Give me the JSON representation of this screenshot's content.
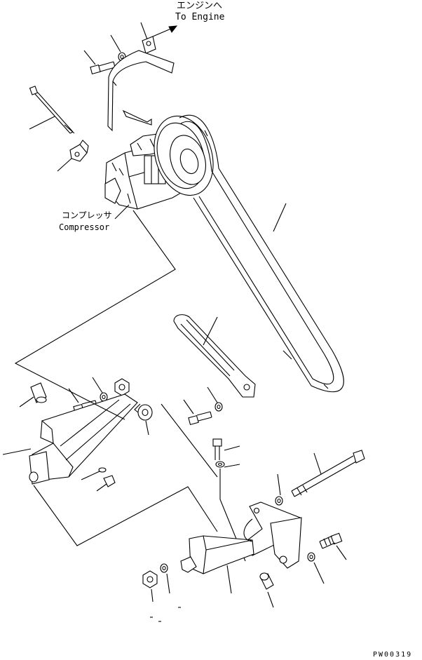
{
  "labels": {
    "engine_jp": "エンジンへ",
    "engine_en": "To Engine",
    "compressor_jp": "コンプレッサ",
    "compressor_en": "Compressor",
    "drawing_code": "PW00319"
  },
  "parts": [
    "top-bolt",
    "top-washer",
    "top-clamp",
    "hose-bracket",
    "long-bolt",
    "small-bracket",
    "compressor",
    "pulley",
    "v-belt",
    "adjust-bar",
    "adjust-bolt",
    "adjust-washer",
    "spacer-collar",
    "bracket-bolt",
    "bracket-washer",
    "bracket-nut",
    "mount-bracket",
    "spacer-ring",
    "pivot-bolt",
    "pivot-washer",
    "long-through-bolt",
    "base-washer",
    "bolt-right",
    "washer-right",
    "base-bracket",
    "nut-left",
    "washer-left",
    "small-clip",
    "collar-bottom"
  ]
}
